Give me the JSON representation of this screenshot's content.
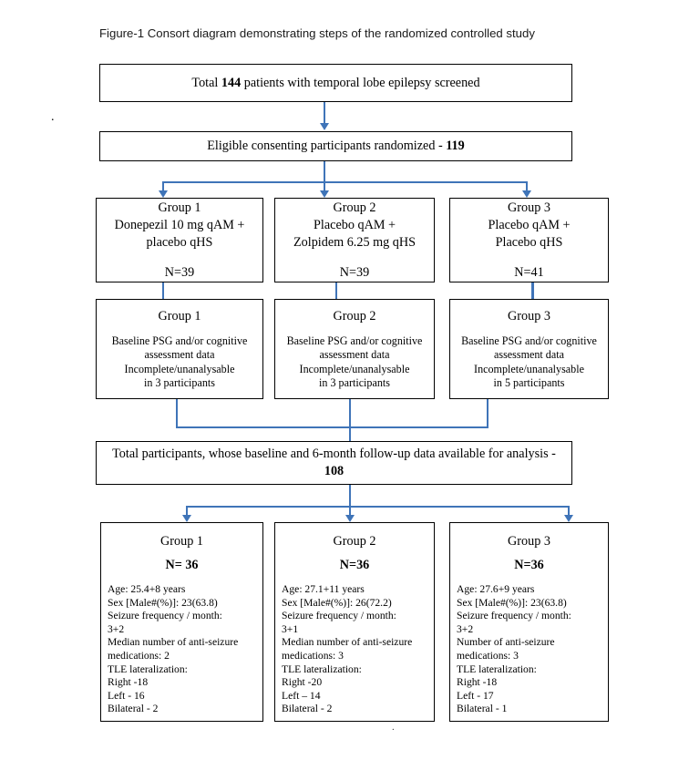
{
  "figure": {
    "caption": "Figure-1 Consort diagram demonstrating steps of the randomized controlled study",
    "margin_mark": ".",
    "stray_mark": "."
  },
  "colors": {
    "arrow": "#3f74b8",
    "box_border": "#000000",
    "text": "#000000",
    "background": "#ffffff"
  },
  "screened_box": {
    "line_pre": "Total ",
    "count": "144",
    "line_post": " patients with temporal lobe epilepsy screened"
  },
  "randomized_box": {
    "line_pre": "Eligible consenting participants randomized - ",
    "count": "119"
  },
  "allocation": [
    {
      "title": "Group 1",
      "regimen_line1": "Donepezil 10 mg qAM +",
      "regimen_line2": "placebo qHS",
      "n": "N=39"
    },
    {
      "title": "Group 2",
      "regimen_line1": "Placebo qAM +",
      "regimen_line2": "Zolpidem 6.25 mg qHS",
      "n": "N=39"
    },
    {
      "title": "Group 3",
      "regimen_line1": "Placebo qAM +",
      "regimen_line2": "Placebo qHS",
      "n": "N=41"
    }
  ],
  "exclusions": [
    {
      "title": "Group 1",
      "line1": "Baseline PSG and/or cognitive",
      "line2": "assessment data",
      "line3": "Incomplete/unanalysable",
      "line4": "in 3 participants"
    },
    {
      "title": "Group 2",
      "line1": "Baseline PSG and/or cognitive",
      "line2": "assessment data",
      "line3": "Incomplete/unanalysable",
      "line4": "in 3 participants"
    },
    {
      "title": "Group 3",
      "line1": "Baseline PSG and/or cognitive",
      "line2": "assessment data",
      "line3": "Incomplete/unanalysable",
      "line4": "in 5 participants"
    }
  ],
  "analysis_box": {
    "line1": "Total participants, whose baseline and 6-month follow-up data available for analysis -",
    "count": "108"
  },
  "final_groups": [
    {
      "title": "Group 1",
      "n": "N= 36",
      "age": "Age: 25.4+8 years",
      "sex": "Sex [Male#(%)]: 23(63.8)",
      "seizure_label": "Seizure frequency / month:",
      "seizure_value": "3+2",
      "meds_line1": "Median number of anti-seizure",
      "meds_line2": "medications: 2",
      "tle_label": "TLE lateralization:",
      "right": "Right -18",
      "left": "Left - 16",
      "bilateral": "Bilateral - 2"
    },
    {
      "title": "Group 2",
      "n": "N=36",
      "age": "Age: 27.1+11 years",
      "sex": "Sex [Male#(%)]: 26(72.2)",
      "seizure_label": "Seizure frequency / month:",
      "seizure_value": "3+1",
      "meds_line1": "Median number of anti-seizure",
      "meds_line2": "medications: 3",
      "tle_label": "TLE lateralization:",
      "right": "Right -20",
      "left": "Left – 14",
      "bilateral": "Bilateral - 2"
    },
    {
      "title": "Group 3",
      "n": "N=36",
      "age": "Age: 27.6+9 years",
      "sex": "Sex [Male#(%)]: 23(63.8)",
      "seizure_label": "Seizure frequency / month:",
      "seizure_value": "3+2",
      "meds_line1": "Number of anti-seizure",
      "meds_line2": "medications: 3",
      "tle_label": "TLE lateralization:",
      "right": "Right -18",
      "left": "Left - 17",
      "bilateral": "Bilateral - 1"
    }
  ]
}
